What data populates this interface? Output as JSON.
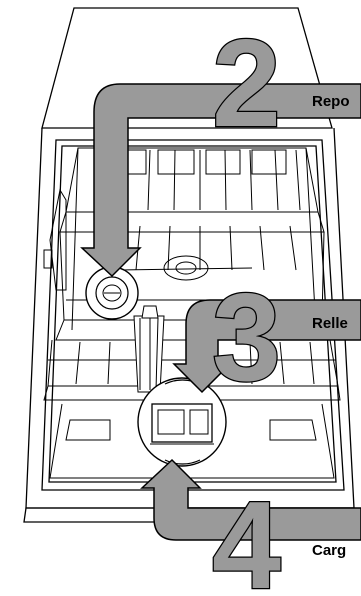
{
  "diagram": {
    "steps": [
      {
        "number": "2",
        "label": "Repo"
      },
      {
        "number": "3",
        "label": "Relle"
      },
      {
        "number": "4",
        "label": "Carg"
      }
    ]
  },
  "colors": {
    "line": "#000000",
    "arrow_fill": "#9a9a9a",
    "background": "#ffffff"
  }
}
